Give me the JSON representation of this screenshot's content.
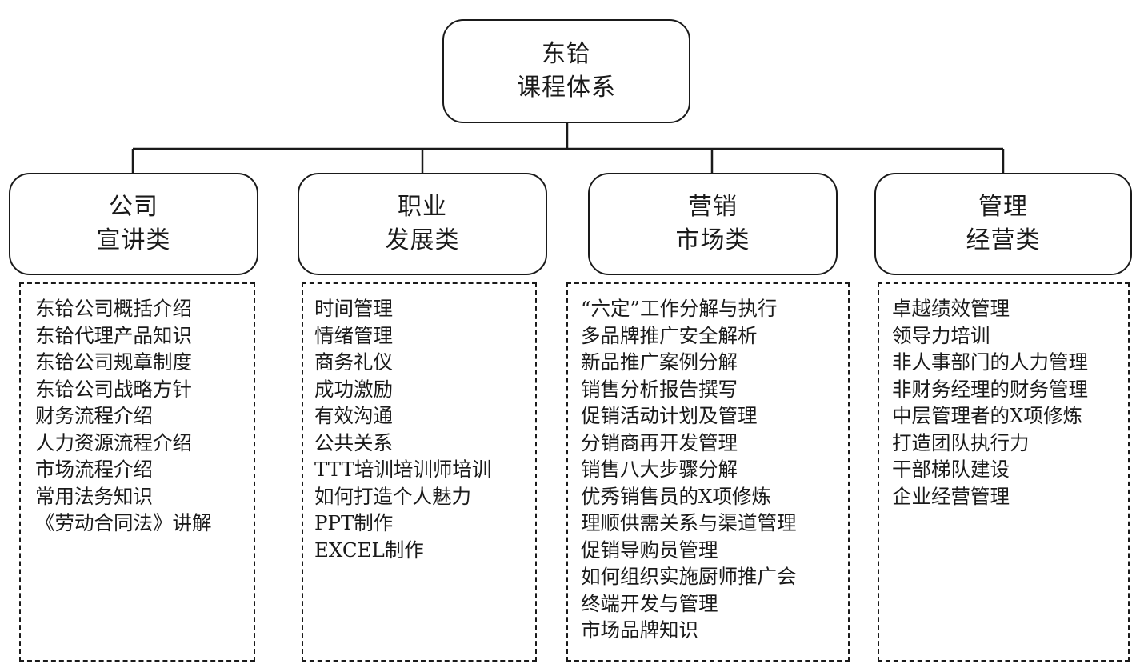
{
  "root": {
    "line1": "东铪",
    "line2": "课程体系"
  },
  "categories": [
    {
      "line1": "公司",
      "line2": "宣讲类",
      "courses": [
        "东铪公司概括介绍",
        "东铪代理产品知识",
        "东铪公司规章制度",
        "东铪公司战略方针",
        "财务流程介绍",
        "人力资源流程介绍",
        "市场流程介绍",
        "常用法务知识",
        "《劳动合同法》讲解"
      ]
    },
    {
      "line1": "职业",
      "line2": "发展类",
      "courses": [
        "时间管理",
        "情绪管理",
        "商务礼仪",
        "成功激励",
        "有效沟通",
        "公共关系",
        "TTT培训培训师培训",
        "如何打造个人魅力",
        "PPT制作",
        "EXCEL制作"
      ]
    },
    {
      "line1": "营销",
      "line2": "市场类",
      "courses": [
        "“六定”工作分解与执行",
        "多品牌推广安全解析",
        "新品推广案例分解",
        "销售分析报告撰写",
        "促销活动计划及管理",
        "分销商再开发管理",
        "销售八大步骤分解",
        "优秀销售员的X项修炼",
        "理顺供需关系与渠道管理",
        "促销导购员管理",
        "如何组织实施厨师推广会",
        "终端开发与管理",
        "市场品牌知识"
      ]
    },
    {
      "line1": "管理",
      "line2": "经营类",
      "courses": [
        "卓越绩效管理",
        "领导力培训",
        "非人事部门的人力管理",
        "非财务经理的财务管理",
        "中层管理者的X项修炼",
        "打造团队执行力",
        "干部梯队建设",
        "企业经营管理"
      ]
    }
  ]
}
